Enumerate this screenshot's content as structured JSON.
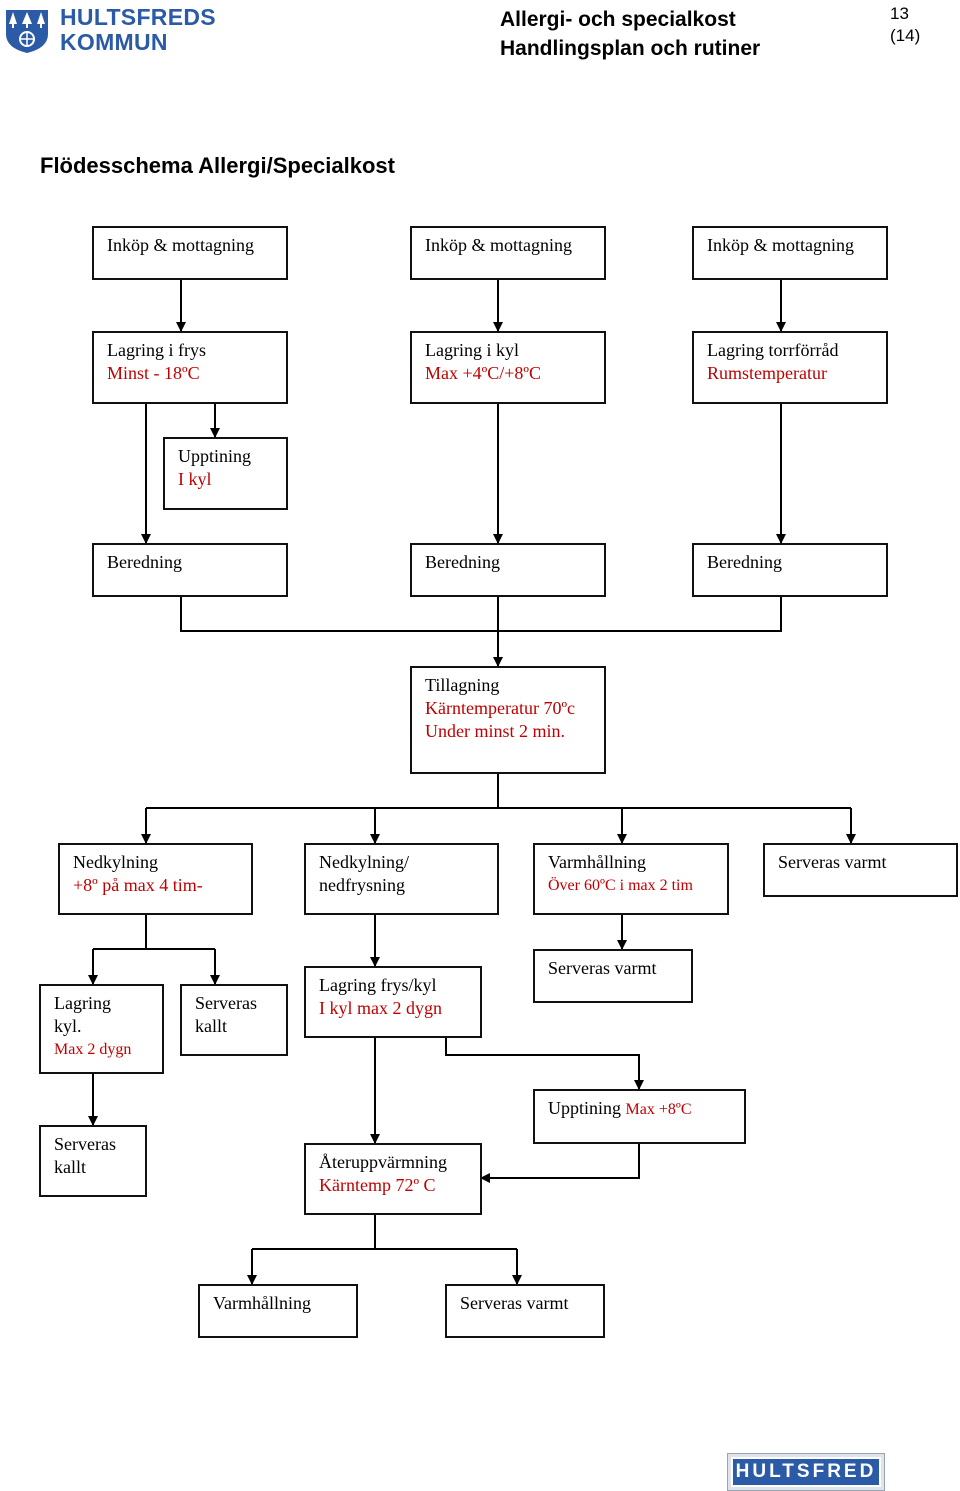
{
  "header": {
    "logo_line1": "HULTSFREDS",
    "logo_line2": "KOMMUN",
    "title_line1": "Allergi- och specialkost",
    "title_line2": "Handlingsplan och rutiner",
    "page_number": "13",
    "page_total": "(14)"
  },
  "diagram": {
    "title": "Flödesschema Allergi/Specialkost",
    "purchase_1": "Inköp & mottagning",
    "purchase_2": "Inköp & mottagning",
    "purchase_3": "Inköp & mottagning",
    "freezer": {
      "title": "Lagring i frys",
      "note": "Minst - 18ºC"
    },
    "fridge": {
      "title": "Lagring i kyl",
      "note": "Max +4ºC/+8ºC"
    },
    "dry": {
      "title": "Lagring torrförråd",
      "note": "Rumstemperatur"
    },
    "thaw": {
      "title": "Upptining",
      "note": "I kyl"
    },
    "prep_1": "Beredning",
    "prep_2": "Beredning",
    "prep_3": "Beredning",
    "cooking": {
      "title": "Tillagning",
      "note1": "Kärntemperatur 70ºc",
      "note2": "Under minst 2 min."
    },
    "cooldown": {
      "title": "Nedkylning",
      "note": "+8º på max 4 tim-"
    },
    "cooldown_freeze": {
      "line1": "Nedkylning/",
      "line2": "nedfrysning"
    },
    "keepwarm_1": {
      "title": "Varmhållning",
      "note": "Över 60ºC i max 2 tim"
    },
    "serve_warm_1": "Serveras varmt",
    "fridge_store": {
      "line1": "Lagring",
      "line2": "kyl.",
      "note": "Max 2 dygn"
    },
    "serve_cold_1": {
      "line1": "Serveras",
      "line2": "kallt"
    },
    "freeze_fridge": {
      "title": "Lagring frys/kyl",
      "note": "I kyl max 2 dygn"
    },
    "serve_warm_2": "Serveras varmt",
    "thaw_2": {
      "title": "Upptining",
      "note": "Max +8ºC"
    },
    "serve_cold_2": {
      "line1": "Serveras",
      "line2": "kallt"
    },
    "reheat": {
      "title": "Återuppvärmning",
      "note": "Kärntemp 72º C"
    },
    "keepwarm_2": "Varmhållning",
    "serve_warm_3": "Serveras varmt"
  },
  "footer": {
    "logo_text": "HULTSFRED"
  },
  "colors": {
    "note_red": "#c00000",
    "brand_blue": "#2b5aa6"
  }
}
